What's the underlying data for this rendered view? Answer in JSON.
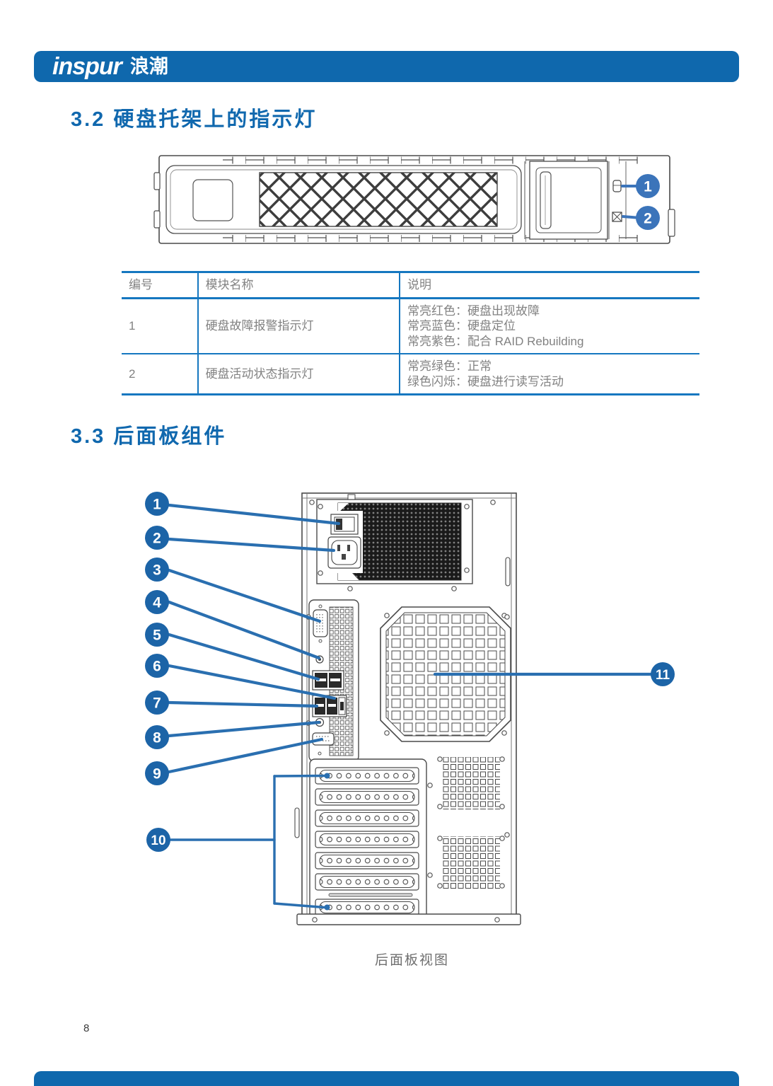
{
  "header": {
    "brand_en": "inspur",
    "brand_cn": "浪潮"
  },
  "sections": {
    "s32": {
      "title": "3.2 硬盘托架上的指示灯"
    },
    "s33": {
      "title": "3.3 后面板组件"
    }
  },
  "tray_figure": {
    "callouts": [
      {
        "label": "1"
      },
      {
        "label": "2"
      }
    ]
  },
  "led_table": {
    "headers": [
      "编号",
      "模块名称",
      "说明"
    ],
    "rows": [
      {
        "no": "1",
        "name": "硬盘故障报警指示灯",
        "desc": [
          "常亮红色：硬盘出现故障",
          "常亮蓝色：硬盘定位",
          "常亮紫色：配合 RAID Rebuilding"
        ]
      },
      {
        "no": "2",
        "name": "硬盘活动状态指示灯",
        "desc": [
          "常亮绿色：正常",
          "绿色闪烁：硬盘进行读写活动"
        ]
      }
    ]
  },
  "rear_figure": {
    "caption": "后面板视图",
    "callouts": [
      {
        "label": "1"
      },
      {
        "label": "2"
      },
      {
        "label": "3"
      },
      {
        "label": "4"
      },
      {
        "label": "5"
      },
      {
        "label": "6"
      },
      {
        "label": "7"
      },
      {
        "label": "8"
      },
      {
        "label": "9"
      },
      {
        "label": "10"
      },
      {
        "label": "11"
      }
    ]
  },
  "footer": {
    "page_number": "8"
  },
  "colors": {
    "brand_blue": "#0f68ad",
    "title_blue": "#1068ae",
    "table_line_blue": "#1577c0",
    "tray_callout_blue": "#3b74ba",
    "rear_callout_blue": "#1c64a7",
    "leader_blue": "#2a6fb0"
  }
}
